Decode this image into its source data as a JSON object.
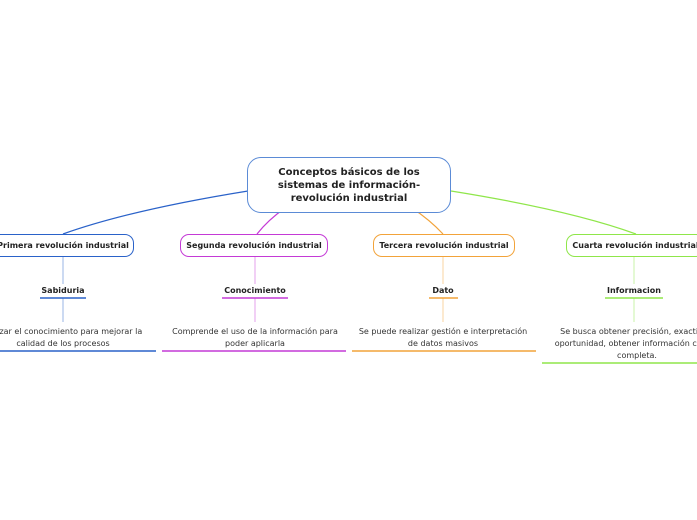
{
  "root": {
    "title": "Conceptos básicos de los sistemas de información- revolución industrial"
  },
  "branches": [
    {
      "label": "Primera revolución industrial",
      "color": "#2a62c9",
      "keyword": "Sabiduria",
      "description": "Utilizar el conocimiento para mejorar la calidad de los procesos"
    },
    {
      "label": "Segunda revolución industrial",
      "color": "#c43ad6",
      "keyword": "Conocimiento",
      "description": "Comprende el uso de la información para poder aplicarla"
    },
    {
      "label": "Tercera revolución industrial",
      "color": "#f2a33a",
      "keyword": "Dato",
      "description": "Se puede realizar gestión e interpretación de datos masivos"
    },
    {
      "label": "Cuarta revolución industrial",
      "color": "#8fe64a",
      "keyword": "Informacion",
      "description": "Se busca obtener precisión, exactitud, oportunidad, obtener información clara y completa."
    }
  ]
}
